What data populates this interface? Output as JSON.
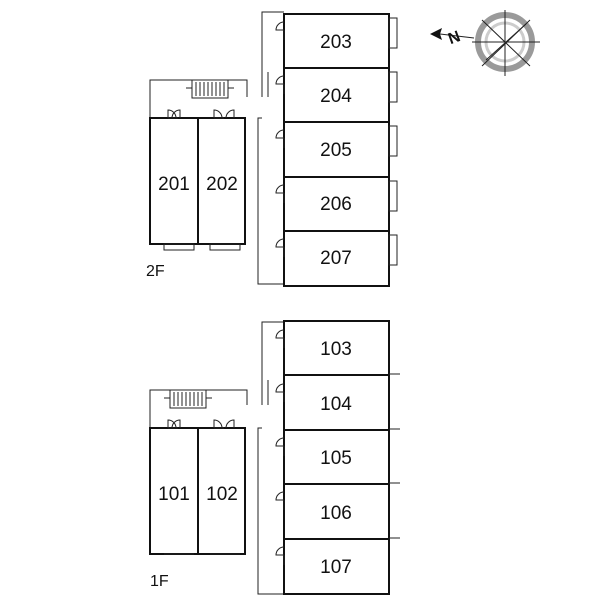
{
  "floors": [
    {
      "label": "2F",
      "rooms": [
        {
          "id": "203"
        },
        {
          "id": "204"
        },
        {
          "id": "205"
        },
        {
          "id": "206"
        },
        {
          "id": "207"
        },
        {
          "id": "201"
        },
        {
          "id": "202"
        }
      ]
    },
    {
      "label": "1F",
      "rooms": [
        {
          "id": "103"
        },
        {
          "id": "104"
        },
        {
          "id": "105"
        },
        {
          "id": "106"
        },
        {
          "id": "107"
        },
        {
          "id": "101"
        },
        {
          "id": "102"
        }
      ]
    }
  ],
  "compass": {
    "north_letter": "N",
    "icon": "compass-rose-icon",
    "colors": {
      "ring": "#9a9a9a",
      "line": "#222222"
    }
  },
  "icons": {
    "stairs": "stairs-icon",
    "door": "door-swing-icon",
    "balcony": "balcony-icon"
  }
}
